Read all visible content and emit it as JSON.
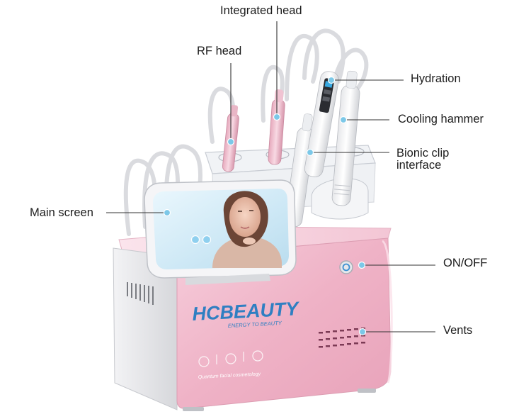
{
  "labels": {
    "integrated_head": "Integrated head",
    "rf_head": "RF head",
    "hydration": "Hydration",
    "cooling_hammer": "Cooling hammer",
    "bionic_clip_line1": "Bionic clip",
    "bionic_clip_line2": "interface",
    "main_screen": "Main screen",
    "on_off": "ON/OFF",
    "vents": "Vents"
  },
  "device": {
    "brand": "HCBEAUTY",
    "tagline": "ENERGY TO BEAUTY",
    "subtitle": "Quantum facial cosmetology"
  },
  "colors": {
    "body_pink": "#f2b9cc",
    "side_panel": "#e4e5e8",
    "brand_blue": "#2f7fc2",
    "leader_line": "#333333",
    "marker": "#7cc8e8"
  }
}
